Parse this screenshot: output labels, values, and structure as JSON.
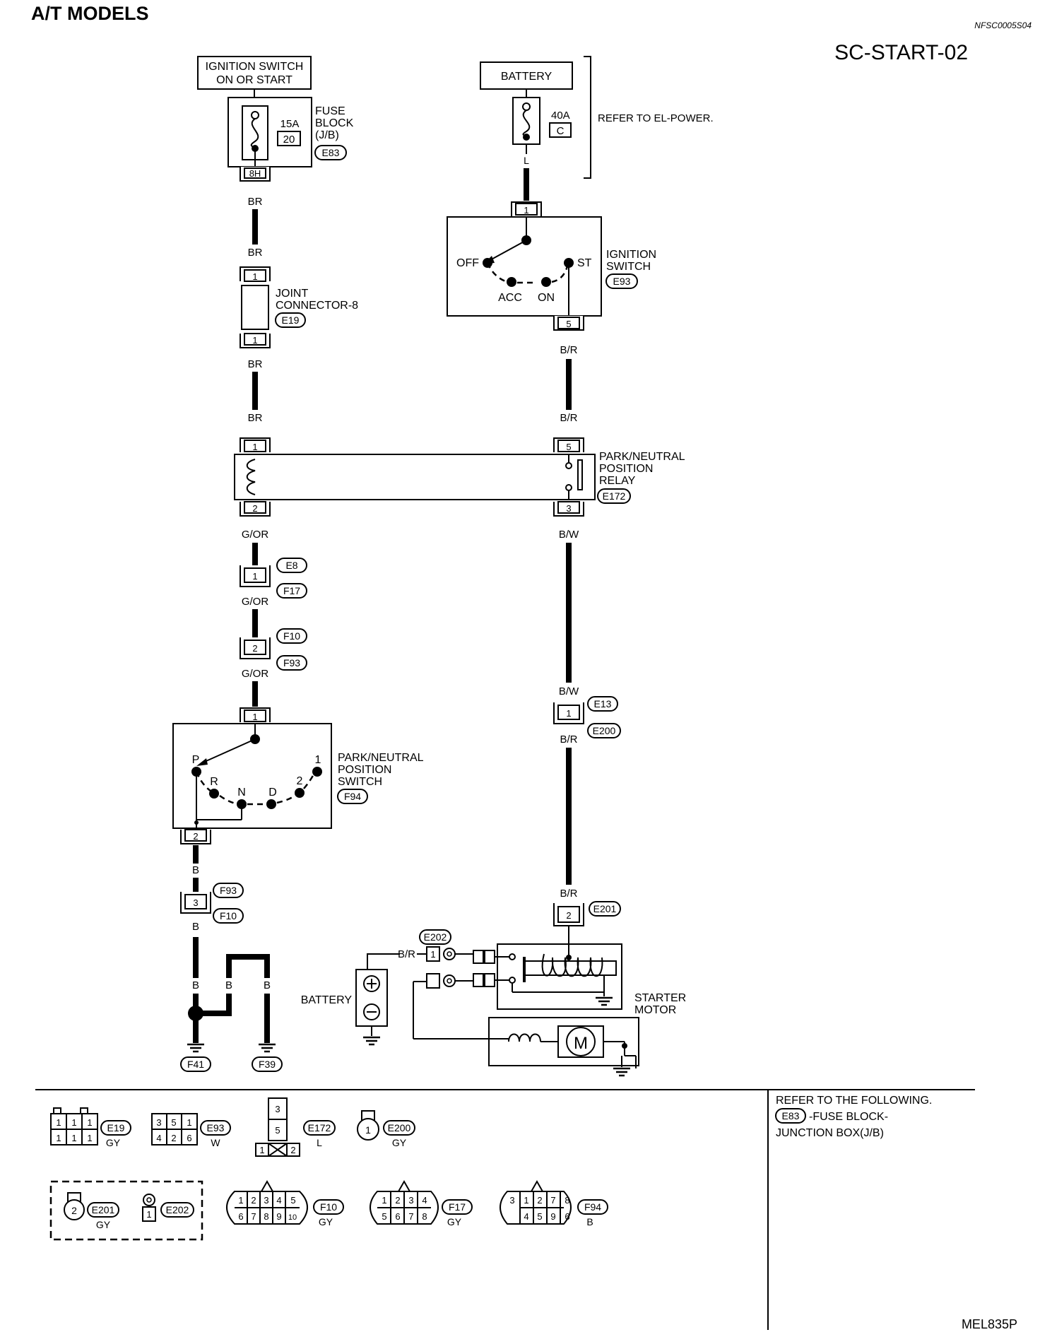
{
  "header": {
    "title": "A/T MODELS",
    "code": "NFSC0005S04",
    "page_id": "SC-START-02"
  },
  "components": {
    "ign_supply": {
      "line1": "IGNITION SWITCH",
      "line2": "ON OR START"
    },
    "fuse_block": {
      "amp": "15A",
      "num": "20",
      "line1": "FUSE",
      "line2": "BLOCK",
      "line3": "(J/B)",
      "conn": "E83",
      "term": "8H"
    },
    "battery_top": {
      "label": "BATTERY",
      "amp": "40A",
      "letter": "C",
      "wire": "L",
      "refer": "REFER TO EL-POWER."
    },
    "ign_switch": {
      "line1": "IGNITION",
      "line2": "SWITCH",
      "conn": "E93",
      "off": "OFF",
      "acc": "ACC",
      "on": "ON",
      "st": "ST",
      "term_in": "1",
      "term_out": "5"
    },
    "joint_conn": {
      "line1": "JOINT",
      "line2": "CONNECTOR-8",
      "conn": "E19",
      "term_top": "1",
      "term_bottom": "1"
    },
    "pnp_relay": {
      "line1": "PARK/NEUTRAL",
      "line2": "POSITION",
      "line3": "RELAY",
      "conn": "E172",
      "t1": "1",
      "t2": "2",
      "t5": "5",
      "t3": "3"
    },
    "inline_left1": {
      "term": "1",
      "top": "E8",
      "bottom": "F17"
    },
    "inline_left2": {
      "term": "2",
      "top": "F10",
      "bottom": "F93"
    },
    "pnp_switch": {
      "line1": "PARK/NEUTRAL",
      "line2": "POSITION",
      "line3": "SWITCH",
      "conn": "F94",
      "p": "P",
      "r": "R",
      "n": "N",
      "d": "D",
      "two": "2",
      "one": "1",
      "term_in": "1",
      "term_out": "2"
    },
    "inline_left3": {
      "term": "3",
      "top": "F93",
      "bottom": "F10"
    },
    "inline_right1": {
      "term": "1",
      "top": "E13",
      "bottom": "E200"
    },
    "starter": {
      "line1": "STARTER",
      "line2": "MOTOR",
      "conn": "E201",
      "term": "2",
      "m": "M"
    },
    "battery_low": {
      "label": "BATTERY",
      "conn": "E202",
      "term": "1",
      "wire": "B/R"
    },
    "grounds": {
      "g1": "F41",
      "g2": "F39"
    }
  },
  "wires": {
    "br1": "BR",
    "br2": "BR",
    "br3": "BR",
    "br4": "BR",
    "gor1": "G/OR",
    "gor2": "G/OR",
    "gor3": "G/OR",
    "br_r1": "B/R",
    "br_r2": "B/R",
    "bw1": "B/W",
    "bw2": "B/W",
    "br_r3": "B/R",
    "br_r4": "B/R",
    "b1": "B",
    "b2": "B",
    "b3": "B",
    "b4": "B",
    "b5": "B"
  },
  "legend": {
    "e19": {
      "name": "E19",
      "color": "GY"
    },
    "e93": {
      "name": "E93",
      "color": "W"
    },
    "e172": {
      "name": "E172",
      "color": "L"
    },
    "e200": {
      "name": "E200",
      "color": "GY"
    },
    "e201": {
      "name": "E201",
      "color": "GY"
    },
    "e202": {
      "name": "E202"
    },
    "f10": {
      "name": "F10",
      "color": "GY"
    },
    "f17": {
      "name": "F17",
      "color": "GY"
    },
    "f94": {
      "name": "F94",
      "color": "B"
    }
  },
  "refer": {
    "line1": "REFER TO THE FOLLOWING.",
    "conn": "E83",
    "line2": "-FUSE BLOCK-",
    "line3": "JUNCTION BOX(J/B)"
  },
  "footer": {
    "code": "MEL835P"
  }
}
